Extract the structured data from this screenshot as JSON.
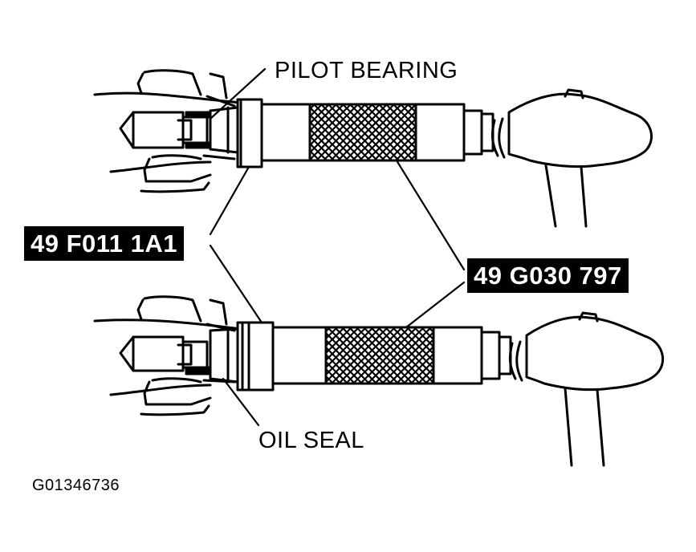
{
  "labels": {
    "pilot_bearing": "PILOT BEARING",
    "oil_seal": "OIL SEAL",
    "tool_installer": "49 F011 1A1",
    "tool_handle": "49 G030 797"
  },
  "figure_id": "G01346736",
  "colors": {
    "ink": "#000000",
    "paper": "#ffffff"
  }
}
